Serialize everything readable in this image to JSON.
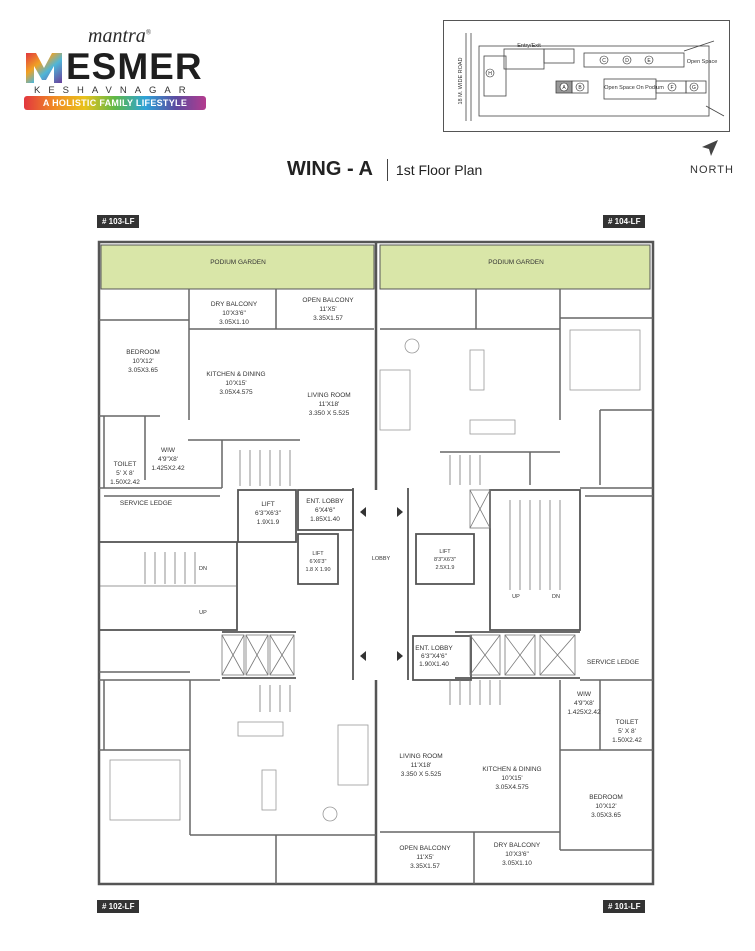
{
  "brand": {
    "maker": "mantra",
    "maker_reg": "®",
    "name": "MESMER",
    "name_rest": "ESMER",
    "location": "KESHAVNAGAR",
    "tagline": "A HOLISTIC FAMILY LIFESTYLE"
  },
  "keyplan": {
    "road": "18 M. WIDE ROAD",
    "entry": "Entry/Exit",
    "open_space": "Open Space",
    "open_space_podium": "Open Space On Podium",
    "wings": [
      "A",
      "B",
      "C",
      "D",
      "E",
      "F",
      "G",
      "H"
    ]
  },
  "title": {
    "wing": "WING - A",
    "floor": "1st Floor Plan"
  },
  "north": "NORTH",
  "units": {
    "u103": "# 103-LF",
    "u104": "# 104-LF",
    "u102": "# 102-LF",
    "u101": "# 101-LF"
  },
  "rooms": {
    "podium_left": "PODIUM GARDEN",
    "podium_right": "PODIUM GARDEN",
    "dry_balcony_top": [
      "DRY BALCONY",
      "10'X3'6\"",
      "3.05X1.10"
    ],
    "open_balcony_top": [
      "OPEN BALCONY",
      "11'X5'",
      "3.35X1.57"
    ],
    "bedroom_top": [
      "BEDROOM",
      "10'X12'",
      "3.05X3.65"
    ],
    "kitchen_top": [
      "KITCHEN & DINING",
      "10'X15'",
      "3.05X4.575"
    ],
    "living_top": [
      "LIVING ROOM",
      "11'X18'",
      "3.350 X 5.525"
    ],
    "wiw_top": [
      "WIW",
      "4'9\"X8'",
      "1.425X2.42"
    ],
    "toilet_top": [
      "TOILET",
      "5' X 8'",
      "1.50X2.42"
    ],
    "service_ledge_top": "SERVICE LEDGE",
    "lift_a": [
      "LIFT",
      "6'3\"X6'3\"",
      "1.9X1.9"
    ],
    "ent_lobby_top": [
      "ENT. LOBBY",
      "6'X4'6\"",
      "1.85X1.40"
    ],
    "lift_b": [
      "LIFT",
      "6'X6'3\"",
      "1.8 X 1.90"
    ],
    "lobby": "LOBBY",
    "lift_c": [
      "LIFT",
      "8'3\"X6'3\"",
      "2.5X1.9"
    ],
    "stair_dn_left": "DN",
    "stair_up_left": "UP",
    "stair_up_right": "UP",
    "stair_dn_right": "DN",
    "ent_lobby_bottom": [
      "ENT. LOBBY",
      "6'3\"X4'6\"",
      "1.90X1.40"
    ],
    "service_ledge_bottom": "SERVICE LEDGE",
    "wiw_bottom": [
      "WIW",
      "4'9\"X8'",
      "1.425X2.42"
    ],
    "toilet_bottom": [
      "TOILET",
      "5' X 8'",
      "1.50X2.42"
    ],
    "living_bottom": [
      "LIVING ROOM",
      "11'X18'",
      "3.350 X 5.525"
    ],
    "kitchen_bottom": [
      "KITCHEN & DINING",
      "10'X15'",
      "3.05X4.575"
    ],
    "bedroom_bottom": [
      "BEDROOM",
      "10'X12'",
      "3.05X3.65"
    ],
    "open_balcony_bottom": [
      "OPEN BALCONY",
      "11'X5'",
      "3.35X1.57"
    ],
    "dry_balcony_bottom": [
      "DRY BALCONY",
      "10'X3'6\"",
      "3.05X1.10"
    ]
  },
  "colors": {
    "garden": "#d9e6a8",
    "wall": "#555555",
    "tag_bg": "#333333"
  }
}
